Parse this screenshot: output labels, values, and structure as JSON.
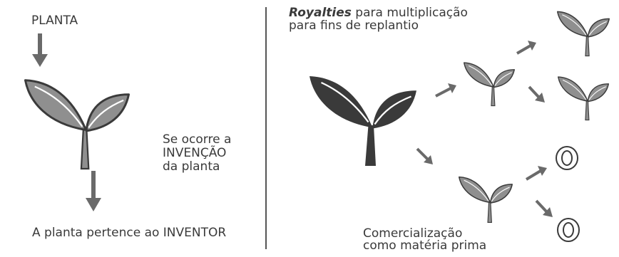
{
  "left": {
    "plant_label": "PLANTA",
    "condition_lines": [
      "Se ocorre a",
      "INVENÇÃO",
      "da planta"
    ],
    "result_label": "A planta pertence ao INVENTOR"
  },
  "right": {
    "royalties_emphasis": "Royalties",
    "royalties_line1_rest": " para multiplicação",
    "royalties_line2": "para fins de replantio",
    "commercial_line1": "Comercialização",
    "commercial_line2": "como matéria prima"
  },
  "colors": {
    "text": "#3a3a3a",
    "leaf_light": "#8f8f8f",
    "leaf_dark": "#3a3a3a",
    "stroke": "#3a3a3a",
    "arrow": "#6a6a6a"
  }
}
